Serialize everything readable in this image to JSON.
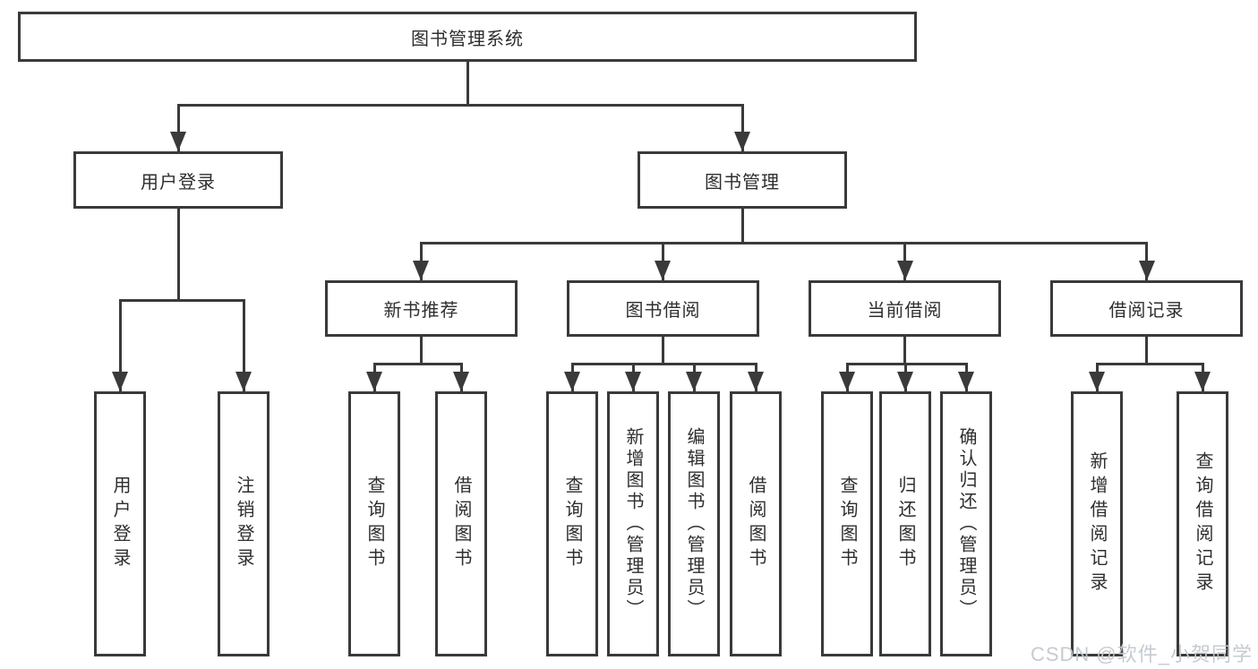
{
  "diagram": {
    "title": "图书管理系统",
    "watermark": "CSDN @软件_小贺同学",
    "colors": {
      "line": "#3a3a3a",
      "text": "#2e2e2e",
      "background": "#ffffff",
      "watermark": "#c3c8cd"
    },
    "nodes": {
      "root": {
        "label": "图书管理系统"
      },
      "user_login": {
        "label": "用户登录"
      },
      "book_management": {
        "label": "图书管理"
      },
      "new_book_recommend": {
        "label": "新书推荐"
      },
      "book_borrow": {
        "label": "图书借阅"
      },
      "current_borrow": {
        "label": "当前借阅"
      },
      "borrow_records": {
        "label": "借阅记录"
      },
      "leaf_user_login": {
        "label": "用户登录"
      },
      "leaf_logout": {
        "label": "注销登录"
      },
      "leaf_query_books_a": {
        "label": "查询图书"
      },
      "leaf_borrow_books_a": {
        "label": "借阅图书"
      },
      "leaf_query_books_b": {
        "label": "查询图书"
      },
      "leaf_add_book_admin": {
        "label": "新增图书（管理员）"
      },
      "leaf_edit_book_admin": {
        "label": "编辑图书（管理员）"
      },
      "leaf_borrow_books_b": {
        "label": "借阅图书"
      },
      "leaf_query_books_c": {
        "label": "查询图书"
      },
      "leaf_return_books": {
        "label": "归还图书"
      },
      "leaf_confirm_return_admin": {
        "label": "确认归还（管理员）"
      },
      "leaf_add_borrow_record": {
        "label": "新增借阅记录"
      },
      "leaf_query_borrow_record": {
        "label": "查询借阅记录"
      }
    },
    "hierarchy": [
      {
        "parent": "图书管理系统",
        "children": [
          "用户登录",
          "图书管理"
        ]
      },
      {
        "parent": "用户登录",
        "children": [
          "用户登录",
          "注销登录"
        ]
      },
      {
        "parent": "图书管理",
        "children": [
          "新书推荐",
          "图书借阅",
          "当前借阅",
          "借阅记录"
        ]
      },
      {
        "parent": "新书推荐",
        "children": [
          "查询图书",
          "借阅图书"
        ]
      },
      {
        "parent": "图书借阅",
        "children": [
          "查询图书",
          "新增图书（管理员）",
          "编辑图书（管理员）",
          "借阅图书"
        ]
      },
      {
        "parent": "当前借阅",
        "children": [
          "查询图书",
          "归还图书",
          "确认归还（管理员）"
        ]
      },
      {
        "parent": "借阅记录",
        "children": [
          "新增借阅记录",
          "查询借阅记录"
        ]
      }
    ]
  }
}
